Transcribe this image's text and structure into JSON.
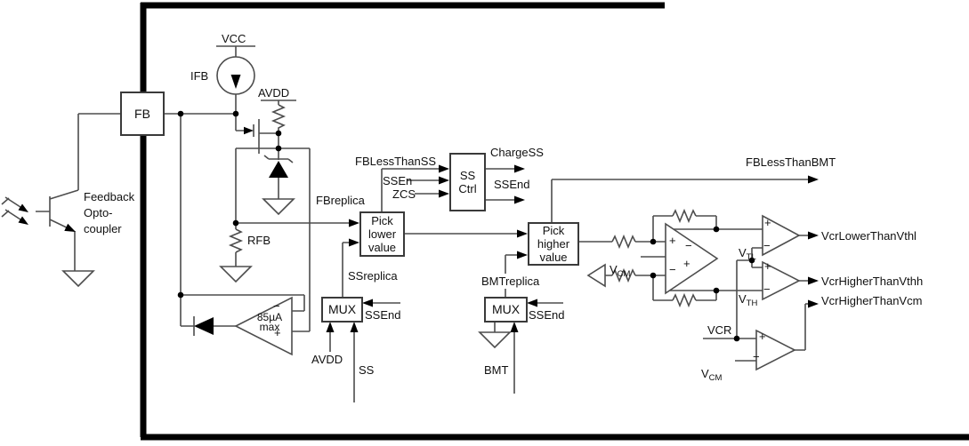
{
  "colors": {
    "wire": "#4d4d4d",
    "ic_border": "#000000",
    "box_border": "#3a3a3a",
    "text": "#101010",
    "background": "#ffffff"
  },
  "blocks": {
    "fb_pin": "FB",
    "ss_ctrl": "SS\nCtrl",
    "pick_lower": "Pick\nlower\nvalue",
    "pick_higher": "Pick\nhigher\nvalue",
    "mux_ss": "MUX",
    "mux_bmt": "MUX"
  },
  "labels": {
    "vcc": "VCC",
    "ifb": "IFB",
    "avdd_top": "AVDD",
    "optocoupler": "Feedback\nOpto-\ncoupler",
    "fbreplica": "FBreplica",
    "rfb": "RFB",
    "amp_limit": "85µA\nmax",
    "fb_less_than_ss": "FBLessThanSS",
    "ssen": "SSEn",
    "zcs": "ZCS",
    "charge_ss": "ChargeSS",
    "ssend_ctrl": "SSEnd",
    "ssreplica": "SSreplica",
    "ssend_mux_ss": "SSEnd",
    "avdd_bottom": "AVDD",
    "ss": "SS",
    "bmtreplica": "BMTreplica",
    "ssend_mux_bmt": "SSEnd",
    "bmt": "BMT",
    "fb_less_than_bmt": "FBLessThanBMT",
    "vcr": "VCR",
    "v": "V",
    "cm_sub": "CM",
    "tl_sub": "TL",
    "th_sub": "TH",
    "vcr_lower_than_vthl": "VcrLowerThanVthl",
    "vcr_higher_than_vthh": "VcrHigherThanVthh",
    "vcr_higher_than_vcm": "VcrHigherThanVcm"
  },
  "marks": {
    "plus": "+",
    "minus": "−"
  }
}
